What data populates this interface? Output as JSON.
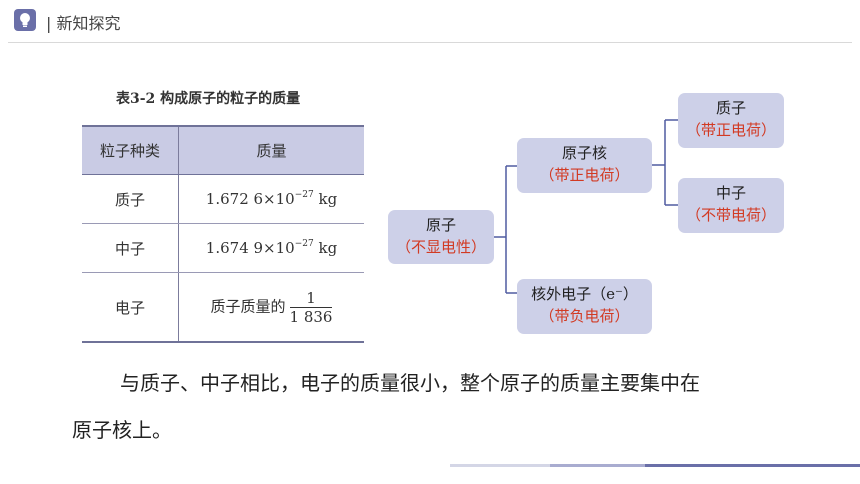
{
  "header": {
    "title": "| 新知探究"
  },
  "table": {
    "caption": "表3-2   构成原子的粒子的质量",
    "headers": [
      "粒子种类",
      "质量"
    ],
    "rows": [
      {
        "particle": "质子",
        "mass_base": "1.672 6×10",
        "mass_exp": "−27",
        "mass_unit": " kg"
      },
      {
        "particle": "中子",
        "mass_base": "1.674 9×10",
        "mass_exp": "−27",
        "mass_unit": " kg"
      },
      {
        "particle": "电子",
        "mass_prefix": "质子质量的",
        "frac_num": "1",
        "frac_den": "1 836"
      }
    ]
  },
  "diagram": {
    "atom": {
      "label": "原子",
      "note": "（不显电性）"
    },
    "nucleus": {
      "label": "原子核",
      "note": "（带正电荷）"
    },
    "proton": {
      "label": "质子",
      "note": "（带正电荷）"
    },
    "neutron": {
      "label": "中子",
      "note": "（不带电荷）"
    },
    "electron": {
      "label": "核外电子（e⁻）",
      "note": "（带负电荷）"
    }
  },
  "paragraph": {
    "line1": "与质子、中子相比，电子的质量很小，整个原子的质量主要集中在",
    "line2": "原子核上。"
  },
  "colors": {
    "accent": "#6a6fa8",
    "box_fill": "#cdd0e8",
    "note_red": "#d23a23",
    "line_blue": "#4f5ba0"
  }
}
